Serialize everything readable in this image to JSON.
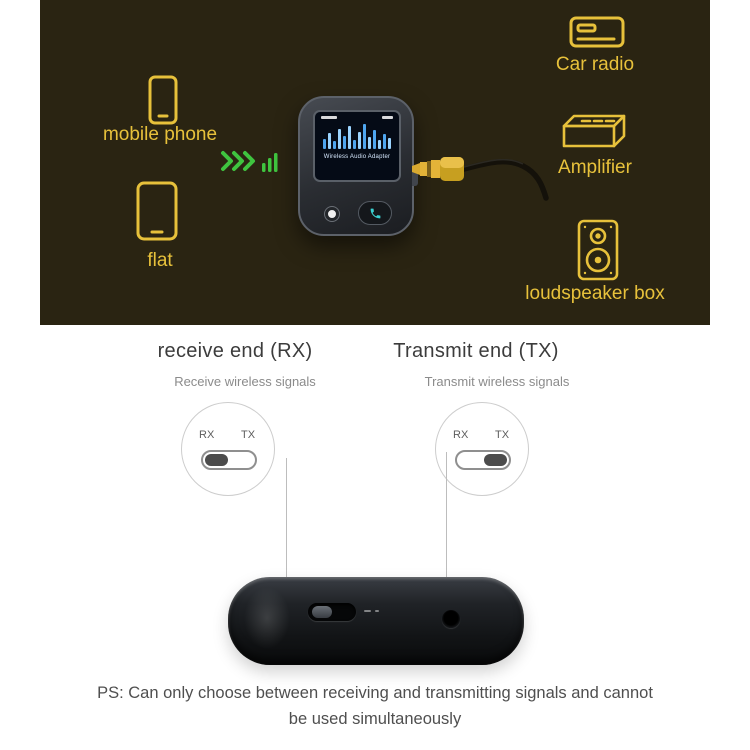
{
  "colors": {
    "panel_bg": "#2a2412",
    "accent_yellow": "#e7c13b",
    "arrow_green": "#3fc43f",
    "screen_bar_blue": "#4fa6ef"
  },
  "top_panel": {
    "sources": [
      {
        "label": "mobile phone",
        "icon": "mobile-phone-icon"
      },
      {
        "label": "flat",
        "icon": "tablet-icon"
      }
    ],
    "outputs": [
      {
        "label": "Car radio",
        "icon": "car-radio-icon"
      },
      {
        "label": "Amplifier",
        "icon": "amplifier-icon"
      },
      {
        "label": "loudspeaker box",
        "icon": "loudspeaker-icon"
      }
    ],
    "device_screen_title": "Wireless Audio Adapter",
    "screen_bars": [
      10,
      16,
      8,
      20,
      13,
      23,
      9,
      17,
      25,
      12,
      19,
      9,
      15,
      11
    ]
  },
  "modes": {
    "rx": {
      "title": "receive end (RX)",
      "subtitle": "Receive wireless signals",
      "options": [
        "RX",
        "TX"
      ],
      "selected": "RX"
    },
    "tx": {
      "title": "Transmit end (TX)",
      "subtitle": "Transmit wireless signals",
      "options": [
        "RX",
        "TX"
      ],
      "selected": "TX"
    }
  },
  "footer": {
    "note_line1": "PS: Can only choose between receiving and transmitting signals and cannot",
    "note_line2": "be used simultaneously"
  }
}
